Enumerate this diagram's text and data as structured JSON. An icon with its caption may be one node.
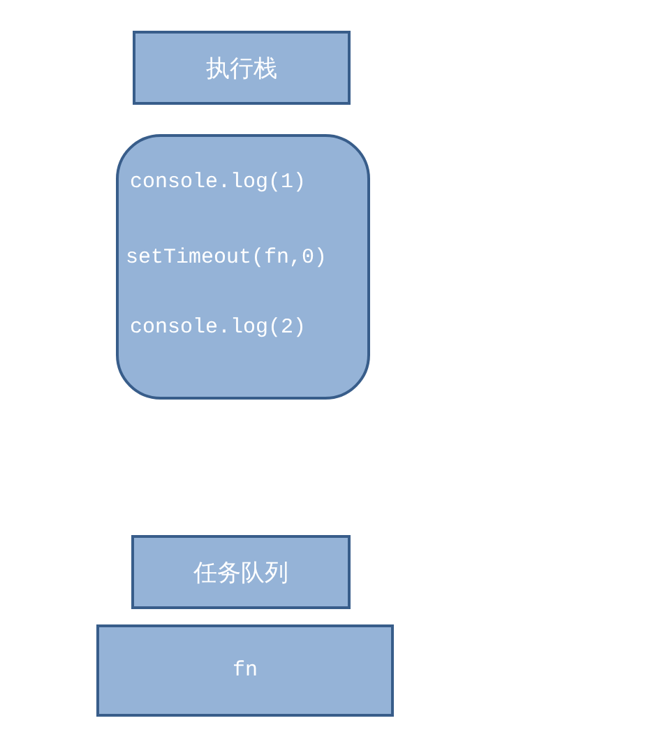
{
  "diagram": {
    "nodes": [
      {
        "text": [
          "执行栈"
        ]
      },
      {
        "text": [
          "console.log(1)",
          "setTimeout(fn,0)",
          "console.log(2)"
        ]
      },
      {
        "text": [
          "任务队列"
        ]
      },
      {
        "text": [
          "fn"
        ]
      }
    ]
  }
}
